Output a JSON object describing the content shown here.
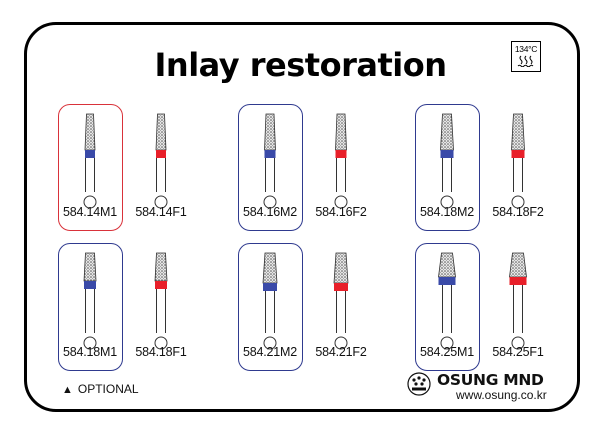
{
  "title": "Inlay restoration",
  "sterilization": {
    "temperature": "134°C",
    "icon": "steam-sterilization-icon"
  },
  "colors": {
    "medium_band": "#3a4aa8",
    "fine_band": "#e8202a",
    "highlight_red": "#d9323a",
    "highlight_blue": "#2f3a8f"
  },
  "groups": [
    {
      "highlight": "red",
      "items": [
        {
          "code": "584.14M1",
          "grit": "medium",
          "head": "narrow-taper"
        },
        {
          "code": "584.14F1",
          "grit": "fine",
          "head": "narrow-taper"
        }
      ]
    },
    {
      "highlight": "blue",
      "items": [
        {
          "code": "584.16M2",
          "grit": "medium",
          "head": "taper"
        },
        {
          "code": "584.16F2",
          "grit": "fine",
          "head": "taper"
        }
      ]
    },
    {
      "highlight": "blue",
      "items": [
        {
          "code": "584.18M2",
          "grit": "medium",
          "head": "wide-taper"
        },
        {
          "code": "584.18F2",
          "grit": "fine",
          "head": "wide-taper"
        }
      ]
    },
    {
      "highlight": "blue",
      "items": [
        {
          "code": "584.18M1",
          "grit": "medium",
          "head": "short-taper"
        },
        {
          "code": "584.18F1",
          "grit": "fine",
          "head": "short-taper"
        }
      ]
    },
    {
      "highlight": "blue",
      "items": [
        {
          "code": "584.21M2",
          "grit": "medium",
          "head": "wide-short-taper"
        },
        {
          "code": "584.21F2",
          "grit": "fine",
          "head": "wide-short-taper"
        }
      ]
    },
    {
      "highlight": "blue",
      "items": [
        {
          "code": "584.25M1",
          "grit": "medium",
          "head": "wide-cone"
        },
        {
          "code": "584.25F1",
          "grit": "fine",
          "head": "wide-cone"
        }
      ]
    }
  ],
  "legend": {
    "symbol": "▲",
    "text": "OPTIONAL"
  },
  "footer": {
    "brand": "OSUNG MND",
    "url": "www.osung.co.kr",
    "logo_icon": "osung-logo-icon"
  }
}
